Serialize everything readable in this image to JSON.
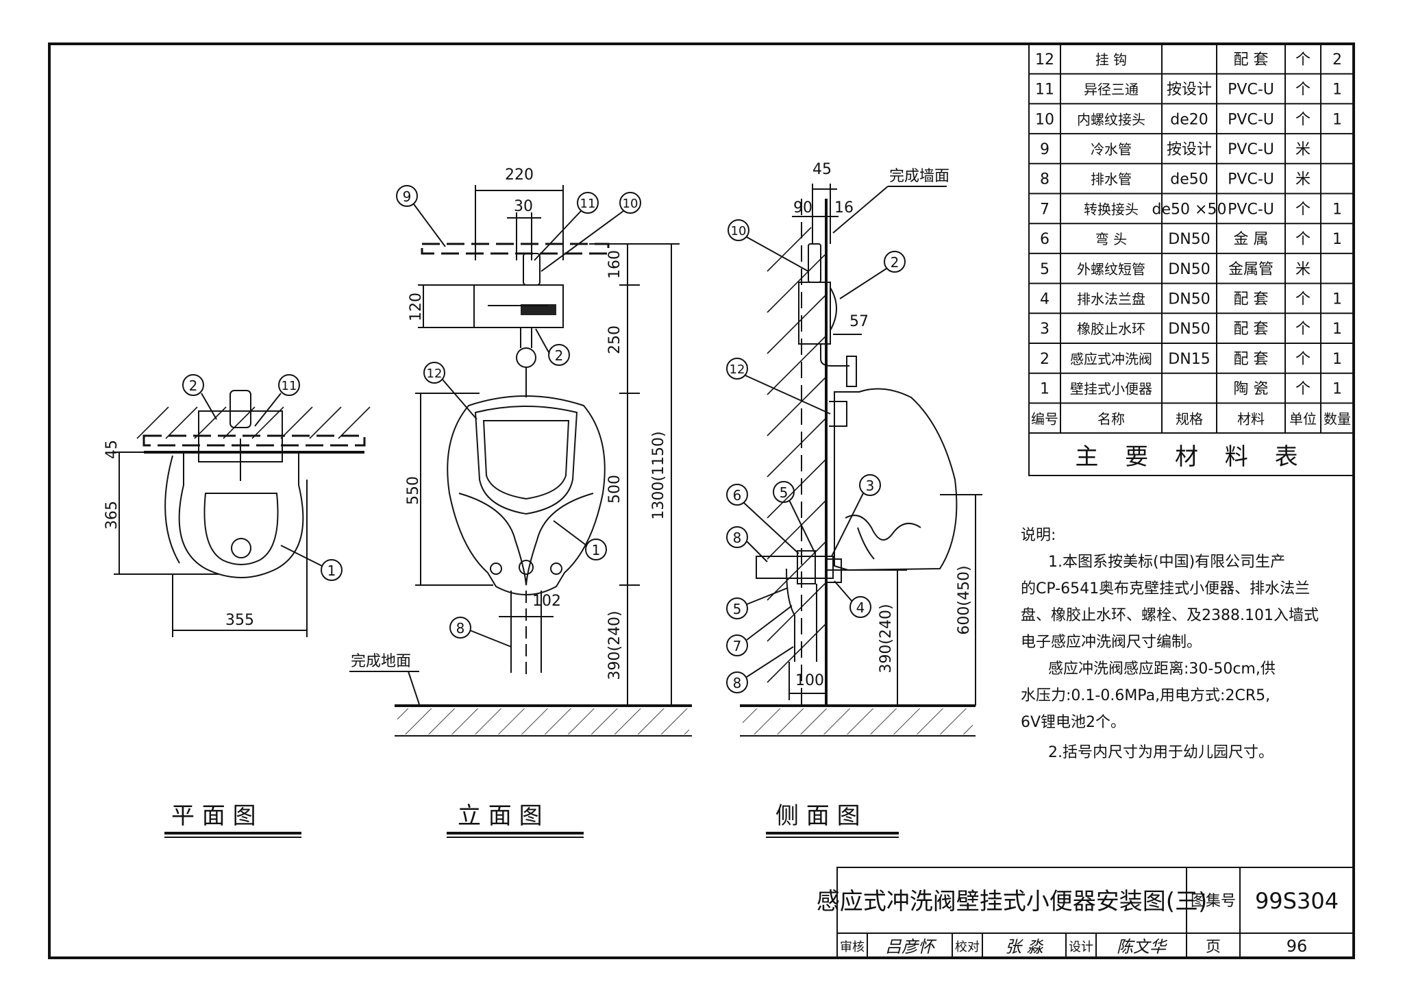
{
  "views": {
    "plan": {
      "title": "平 面 图",
      "dims": [
        "45",
        "365",
        "355"
      ]
    },
    "elevation": {
      "title": "立 面 图",
      "dims": [
        "220",
        "30",
        "120",
        "160",
        "250",
        "550",
        "500",
        "1300(1150)",
        "390(240)",
        "102"
      ],
      "floor_label": "完成地面"
    },
    "side": {
      "title": "侧 面 图",
      "dims": [
        "45",
        "90",
        "16",
        "57",
        "390(240)",
        "600(450)",
        "100"
      ],
      "wall_label": "完成墙面"
    }
  },
  "callouts": [
    "1",
    "2",
    "3",
    "4",
    "5",
    "6",
    "7",
    "8",
    "9",
    "10",
    "11",
    "12"
  ],
  "material_table": {
    "title": "主 要 材 料 表",
    "headers": [
      "编号",
      "名称",
      "规格",
      "材料",
      "单位",
      "数量"
    ],
    "rows": [
      [
        "12",
        "挂 钩",
        "",
        "配 套",
        "个",
        "2"
      ],
      [
        "11",
        "异径三通",
        "按设计",
        "PVC-U",
        "个",
        "1"
      ],
      [
        "10",
        "内螺纹接头",
        "de20",
        "PVC-U",
        "个",
        "1"
      ],
      [
        "9",
        "冷水管",
        "按设计",
        "PVC-U",
        "米",
        ""
      ],
      [
        "8",
        "排水管",
        "de50",
        "PVC-U",
        "米",
        ""
      ],
      [
        "7",
        "转换接头",
        "de50 ×50",
        "PVC-U",
        "个",
        "1"
      ],
      [
        "6",
        "弯 头",
        "DN50",
        "金 属",
        "个",
        "1"
      ],
      [
        "5",
        "外螺纹短管",
        "DN50",
        "金属管",
        "米",
        ""
      ],
      [
        "4",
        "排水法兰盘",
        "DN50",
        "配 套",
        "个",
        "1"
      ],
      [
        "3",
        "橡胶止水环",
        "DN50",
        "配 套",
        "个",
        "1"
      ],
      [
        "2",
        "感应式冲洗阀",
        "DN15",
        "配 套",
        "个",
        "1"
      ],
      [
        "1",
        "壁挂式小便器",
        "",
        "陶 瓷",
        "个",
        "1"
      ]
    ]
  },
  "notes": {
    "heading": "说明:",
    "lines": [
      "1.本图系按美标(中国)有限公司生产",
      "的CP-6541奥布克壁挂式小便器、排水法兰",
      "盘、橡胶止水环、螺栓、及2388.101入墙式",
      "电子感应冲洗阀尺寸编制。",
      "感应冲洗阀感应距离:30-50cm,供",
      "水压力:0.1-0.6MPa,用电方式:2CR5,",
      "6V锂电池2个。",
      "2.括号内尺寸为用于幼儿园尺寸。"
    ]
  },
  "title_block": {
    "drawing_title": "感应式冲洗阀壁挂式小便器安装图(三)",
    "atlas_label": "图集号",
    "atlas_no": "99S304",
    "page_label": "页",
    "page_no": "96",
    "review_label": "审核",
    "reviewer": "吕彦怀",
    "check_label": "校对",
    "checker": "张 淼",
    "design_label": "设计",
    "designer": "陈文华"
  }
}
